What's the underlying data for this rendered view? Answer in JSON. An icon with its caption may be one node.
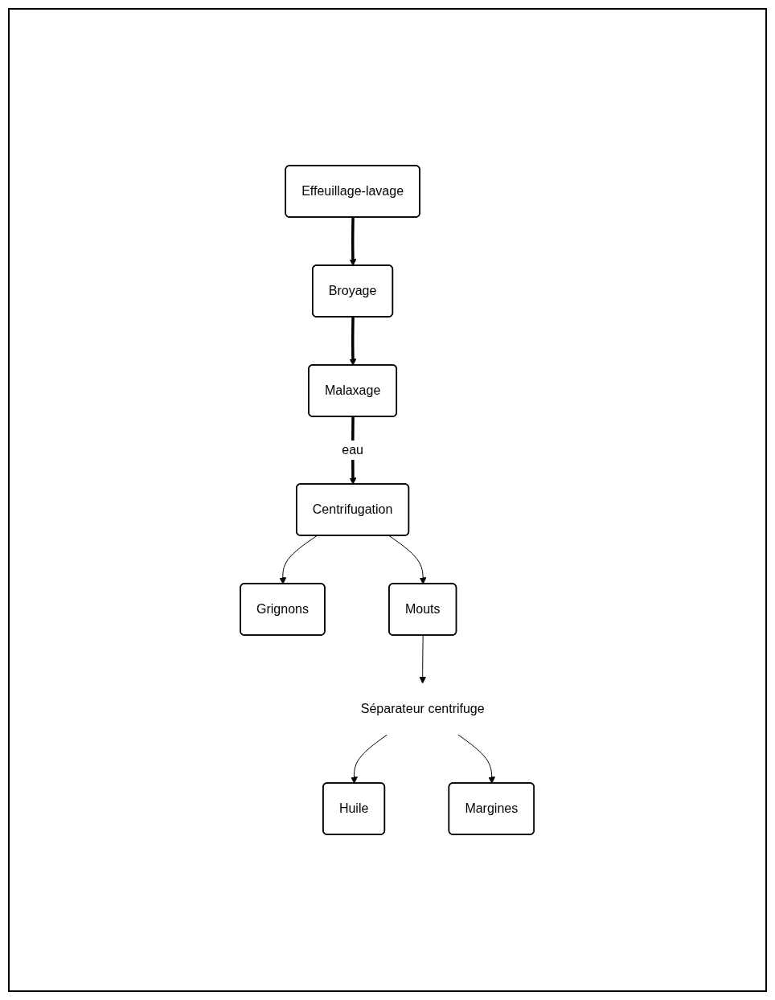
{
  "diagram": {
    "nodes": [
      {
        "text": [
          "Effeuillage-lavage"
        ]
      },
      {
        "text": [
          "Broyage"
        ]
      },
      {
        "text": [
          "Malaxage"
        ]
      },
      {
        "text": [
          "Centrifugation"
        ]
      },
      {
        "text": [
          "Grignons"
        ]
      },
      {
        "text": [
          "Mouts"
        ]
      },
      {
        "text": [
          "Séparateur centrifuge"
        ]
      },
      {
        "text": [
          "Huile"
        ]
      },
      {
        "text": [
          "Margines"
        ]
      }
    ],
    "edges": [
      {
        "from": 0,
        "to": 1,
        "arrow": "to",
        "style": "thick"
      },
      {
        "from": 1,
        "to": 2,
        "arrow": "to",
        "style": "thick"
      },
      {
        "from": 2,
        "to": 3,
        "arrow": "to",
        "style": "thick",
        "label": "eau"
      },
      {
        "from": 3,
        "to": 4,
        "arrow": "to"
      },
      {
        "from": 3,
        "to": 5,
        "arrow": "to"
      },
      {
        "from": 5,
        "to": 6,
        "arrow": "to"
      },
      {
        "from": 6,
        "to": 7,
        "arrow": "to"
      },
      {
        "from": 6,
        "to": 8,
        "arrow": "to"
      }
    ]
  }
}
